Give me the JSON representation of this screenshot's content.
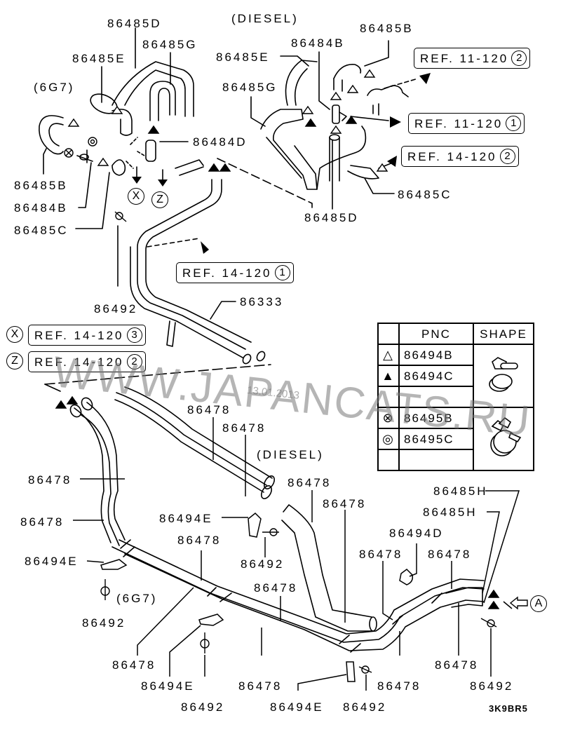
{
  "diagram": {
    "figure_code": "3K9BR5",
    "watermark": {
      "text": "WWW.JAPANCATS.RU",
      "date": "13.01.2013"
    },
    "variant_labels": {
      "6g7_top": "(6G7)",
      "diesel_top": "(DIESEL)",
      "diesel_mid": "(DIESEL)",
      "6g7_bottom": "(6G7)"
    },
    "part_labels": {
      "p86485D_top": "86485D",
      "p86485G_left": "86485G",
      "p86485E_left": "86485E",
      "p86485B_left": "86485B",
      "p86484B_left": "86484B",
      "p86485C_left": "86485C",
      "p86484D": "86484D",
      "p86492_top": "86492",
      "p86333": "86333",
      "p86485E_right": "86485E",
      "p86484B_right": "86484B",
      "p86485B_right": "86485B",
      "p86485G_right": "86485G",
      "p86485C_right": "86485C",
      "p86485D_right": "86485D",
      "p86478_a": "86478",
      "p86478_b": "86478",
      "p86478_c": "86478",
      "p86478_d": "86478",
      "p86478_e": "86478",
      "p86478_f": "86478",
      "p86478_g": "86478",
      "p86478_h": "86478",
      "p86478_i": "86478",
      "p86478_j": "86478",
      "p86478_k": "86478",
      "p86478_l": "86478",
      "p86478_m": "86478",
      "p86494E_a": "86494E",
      "p86494E_b": "86494E",
      "p86494E_c": "86494E",
      "p86494E_d": "86494E",
      "p86494D": "86494D",
      "p86492_a": "86492",
      "p86492_b": "86492",
      "p86492_c": "86492",
      "p86492_d": "86492",
      "p86492_e": "86492",
      "p86485H_a": "86485H",
      "p86485H_b": "86485H"
    },
    "references": [
      {
        "prefix": "",
        "text": "REF. 11-120",
        "circle": "2"
      },
      {
        "prefix": "",
        "text": "REF. 11-120",
        "circle": "1"
      },
      {
        "prefix": "",
        "text": "REF. 14-120",
        "circle": "2"
      },
      {
        "prefix": "",
        "text": "REF. 14-120",
        "circle": "1"
      },
      {
        "prefix": "X",
        "text": "REF. 14-120",
        "circle": "3"
      },
      {
        "prefix": "Z",
        "text": "REF. 14-120",
        "circle": "2"
      }
    ],
    "markers": {
      "x": "X",
      "z": "Z",
      "a": "A"
    },
    "legend": {
      "headers": {
        "symbol": "",
        "pnc": "PNC",
        "shape": "SHAPE"
      },
      "rows": [
        {
          "symbol": "△",
          "symbol_name": "open-triangle",
          "pnc": "86494B"
        },
        {
          "symbol": "▲",
          "symbol_name": "filled-triangle",
          "pnc": "86494C"
        },
        {
          "symbol": "",
          "symbol_name": "",
          "pnc": ""
        },
        {
          "symbol": "⊗",
          "symbol_name": "circled-x",
          "pnc": "86495B"
        },
        {
          "symbol": "◎",
          "symbol_name": "double-circle",
          "pnc": "86495C"
        },
        {
          "symbol": "",
          "symbol_name": "",
          "pnc": ""
        }
      ]
    }
  }
}
